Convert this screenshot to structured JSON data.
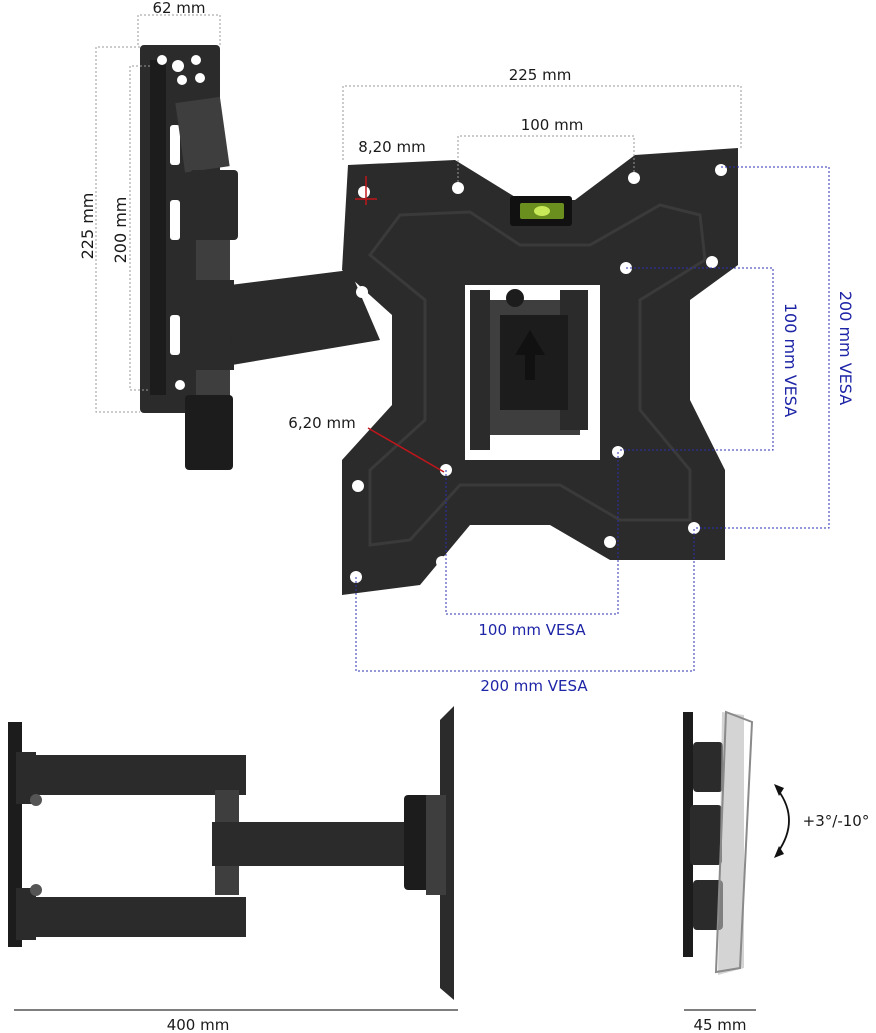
{
  "labels": {
    "wall_plate_width": "62 mm",
    "wall_plate_height_outer": "225 mm",
    "wall_plate_height_inner": "200 mm",
    "tv_plate_width": "225 mm",
    "tv_plate_inner_width": "100 mm",
    "hole_offset": "8,20 mm",
    "hole_diameter": "6,20 mm",
    "vesa_100_vertical": "100 mm VESA",
    "vesa_200_vertical": "200 mm VESA",
    "vesa_100_horizontal": "100 mm VESA",
    "vesa_200_horizontal": "200 mm VESA",
    "max_extension": "400 mm",
    "min_depth": "45 mm",
    "tilt_range": "+3°/-10°"
  },
  "colors": {
    "metal": "#2b2b2b",
    "vesa_blue": "#1d24a6",
    "dimension_gray": "#9a9a9a",
    "hole_marker": "#c0161b"
  }
}
